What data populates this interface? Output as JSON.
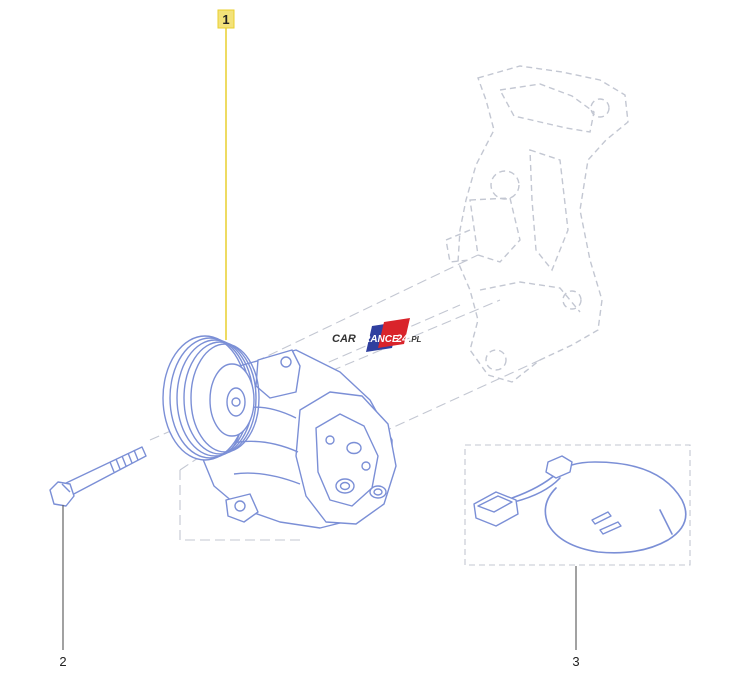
{
  "callouts": [
    {
      "label": "1",
      "highlighted": true
    },
    {
      "label": "2",
      "highlighted": false
    },
    {
      "label": "3",
      "highlighted": false
    }
  ],
  "watermark": {
    "left": "CAR",
    "mid": "FRANCE",
    "right": "24",
    "suffix": ".PL"
  },
  "colors": {
    "outline": "#7b8fd6",
    "ghost": "#c3c7d2",
    "leader": "#555555",
    "highlight_fill": "#f3e27a",
    "highlight_line": "#e8cf2e",
    "watermark_red": "#d9242b",
    "watermark_blue": "#2f3f9f"
  },
  "icons": [
    "compressor-icon",
    "bolt-icon",
    "wiring-harness-icon",
    "mounting-bracket-icon"
  ]
}
